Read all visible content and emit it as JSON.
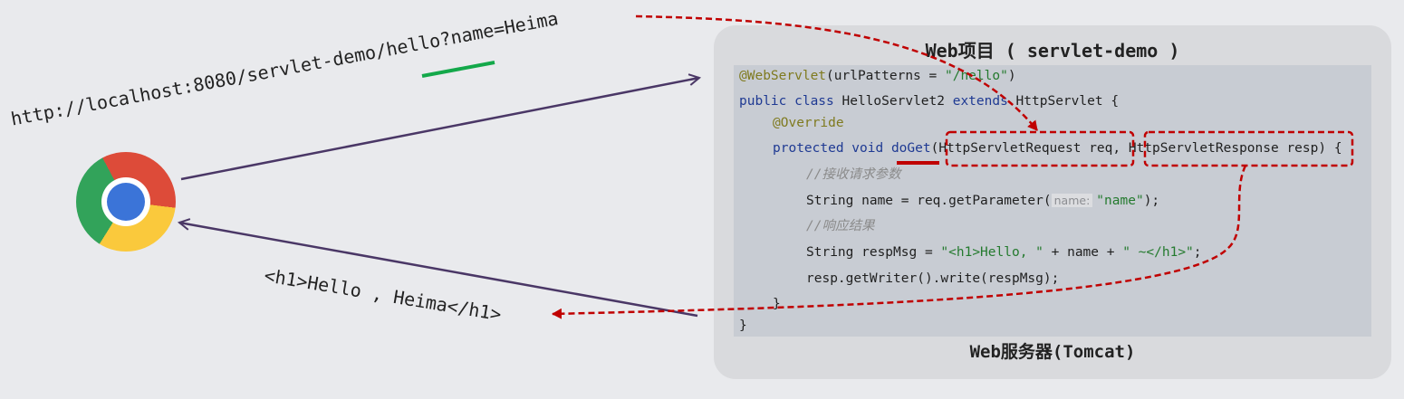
{
  "browser": {
    "icon": "chrome-icon"
  },
  "request_url": "http://localhost:8080/servlet-demo/hello?name=Heima",
  "response_text": "<h1>Hello , Heima</h1>",
  "server": {
    "project_title": "Web项目 ( servlet-demo )",
    "server_title": "Web服务器(Tomcat)",
    "code": {
      "l1_ann": "@WebServlet",
      "l1_mid": "(urlPatterns = ",
      "l1_str": "\"/hello\"",
      "l1_end": ")",
      "l2_kw": "public class",
      "l2_name": " HelloServlet2 ",
      "l2_kw2": "extends",
      "l2_end": " HttpServlet {",
      "l3_ann": "@Override",
      "l4_kw": "protected void",
      "l4_sp": " ",
      "l4_method": "doGet",
      "l4_params": "(HttpServletRequest req, HttpServletResponse resp) {",
      "l5_comment": "//接收请求参数",
      "l6_start": "String name = req.getParameter(",
      "l6_hint": "name:",
      "l6_str": "\"name\"",
      "l6_end": ");",
      "l7_comment": "//响应结果",
      "l8_start": "String respMsg = ",
      "l8_str1": "\"<h1>Hello, \"",
      "l8_mid": " + name + ",
      "l8_str2": "\" ~</h1>\"",
      "l8_end": ";",
      "l9": "resp.getWriter().write(respMsg);",
      "l10": "}",
      "l11": "}"
    }
  },
  "colors": {
    "flow_arrow": "#4a3766",
    "dashed_annotation": "#c00000",
    "url_underline": "#13a84a",
    "method_underline": "#c00000"
  }
}
